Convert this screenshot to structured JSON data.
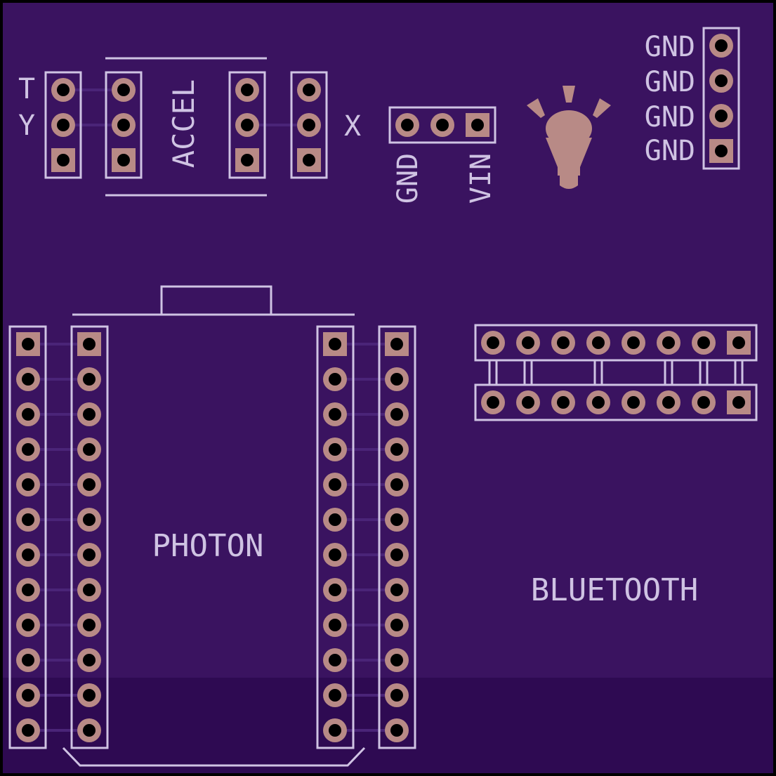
{
  "board": {
    "background": "#3a1360",
    "shade": "#2e0a52",
    "border": "#000000",
    "silkscreen": "#cfc3e3",
    "pad_color": "#b88a86"
  },
  "labels": {
    "t": "T",
    "y": "Y",
    "accel": "ACCEL",
    "x": "X",
    "gnd_vertical": "GND",
    "vin_vertical": "VIN",
    "gnd_1": "GND",
    "gnd_2": "GND",
    "gnd_3": "GND",
    "gnd_4": "GND",
    "photon": "PHOTON",
    "bluetooth": "BLUETOOTH"
  },
  "icons": {
    "light": "light-bulb-icon"
  }
}
